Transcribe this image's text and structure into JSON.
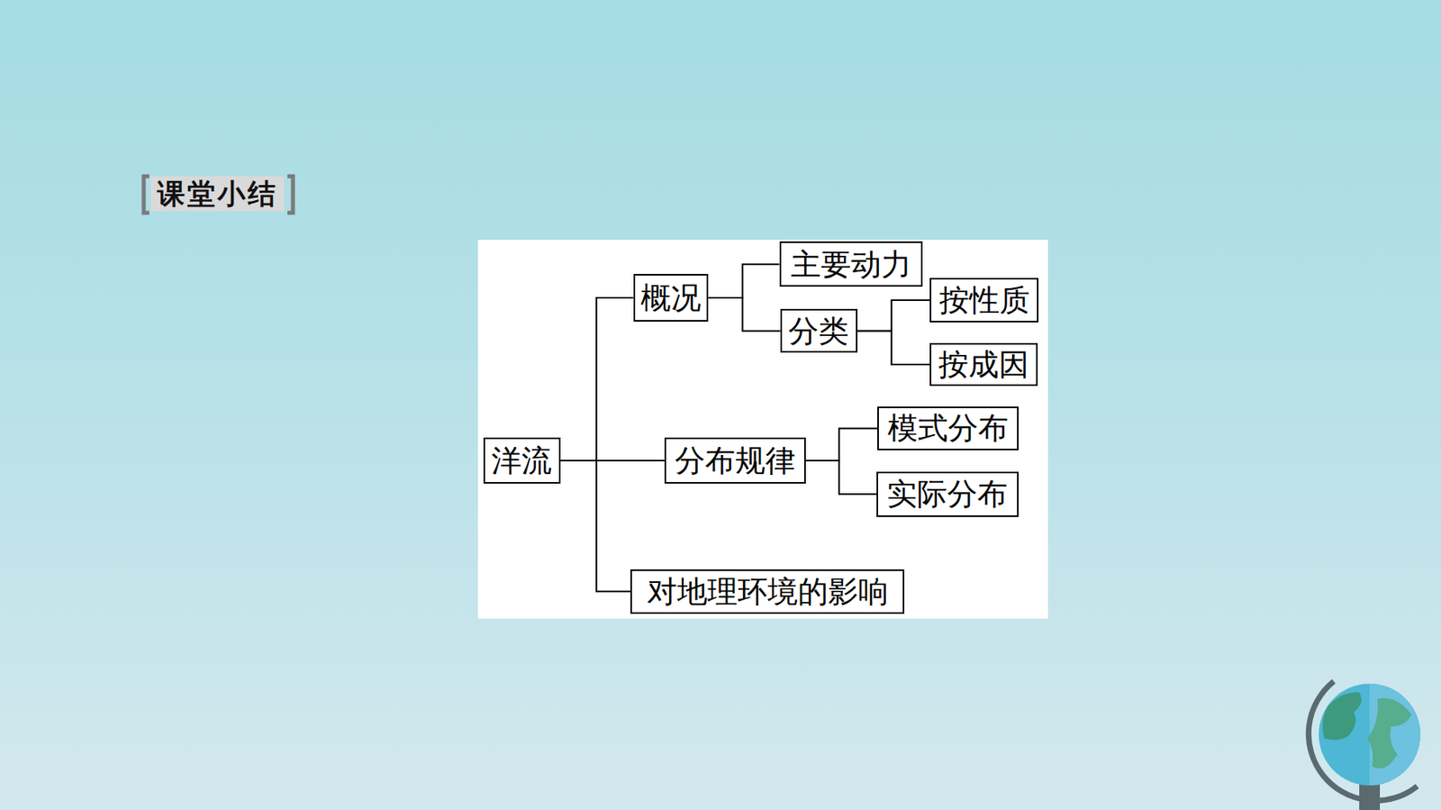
{
  "diagram": {
    "title": "课堂小结",
    "nodes": [
      {
        "text": [
          "洋流"
        ]
      },
      {
        "text": [
          "概况"
        ]
      },
      {
        "text": [
          "主要动力"
        ]
      },
      {
        "text": [
          "分类"
        ]
      },
      {
        "text": [
          "按性质"
        ]
      },
      {
        "text": [
          "按成因"
        ]
      },
      {
        "text": [
          "分布规律"
        ]
      },
      {
        "text": [
          "模式分布"
        ]
      },
      {
        "text": [
          "实际分布"
        ]
      },
      {
        "text": [
          "对地理环境的影响"
        ]
      }
    ],
    "edges": [
      {
        "from": 0,
        "to": 1,
        "arrow": "none"
      },
      {
        "from": 0,
        "to": 6,
        "arrow": "none"
      },
      {
        "from": 0,
        "to": 9,
        "arrow": "none"
      },
      {
        "from": 1,
        "to": 2,
        "arrow": "none"
      },
      {
        "from": 1,
        "to": 3,
        "arrow": "none"
      },
      {
        "from": 3,
        "to": 4,
        "arrow": "none"
      },
      {
        "from": 3,
        "to": 5,
        "arrow": "none"
      },
      {
        "from": 6,
        "to": 7,
        "arrow": "none"
      },
      {
        "from": 6,
        "to": 8,
        "arrow": "none"
      }
    ]
  }
}
